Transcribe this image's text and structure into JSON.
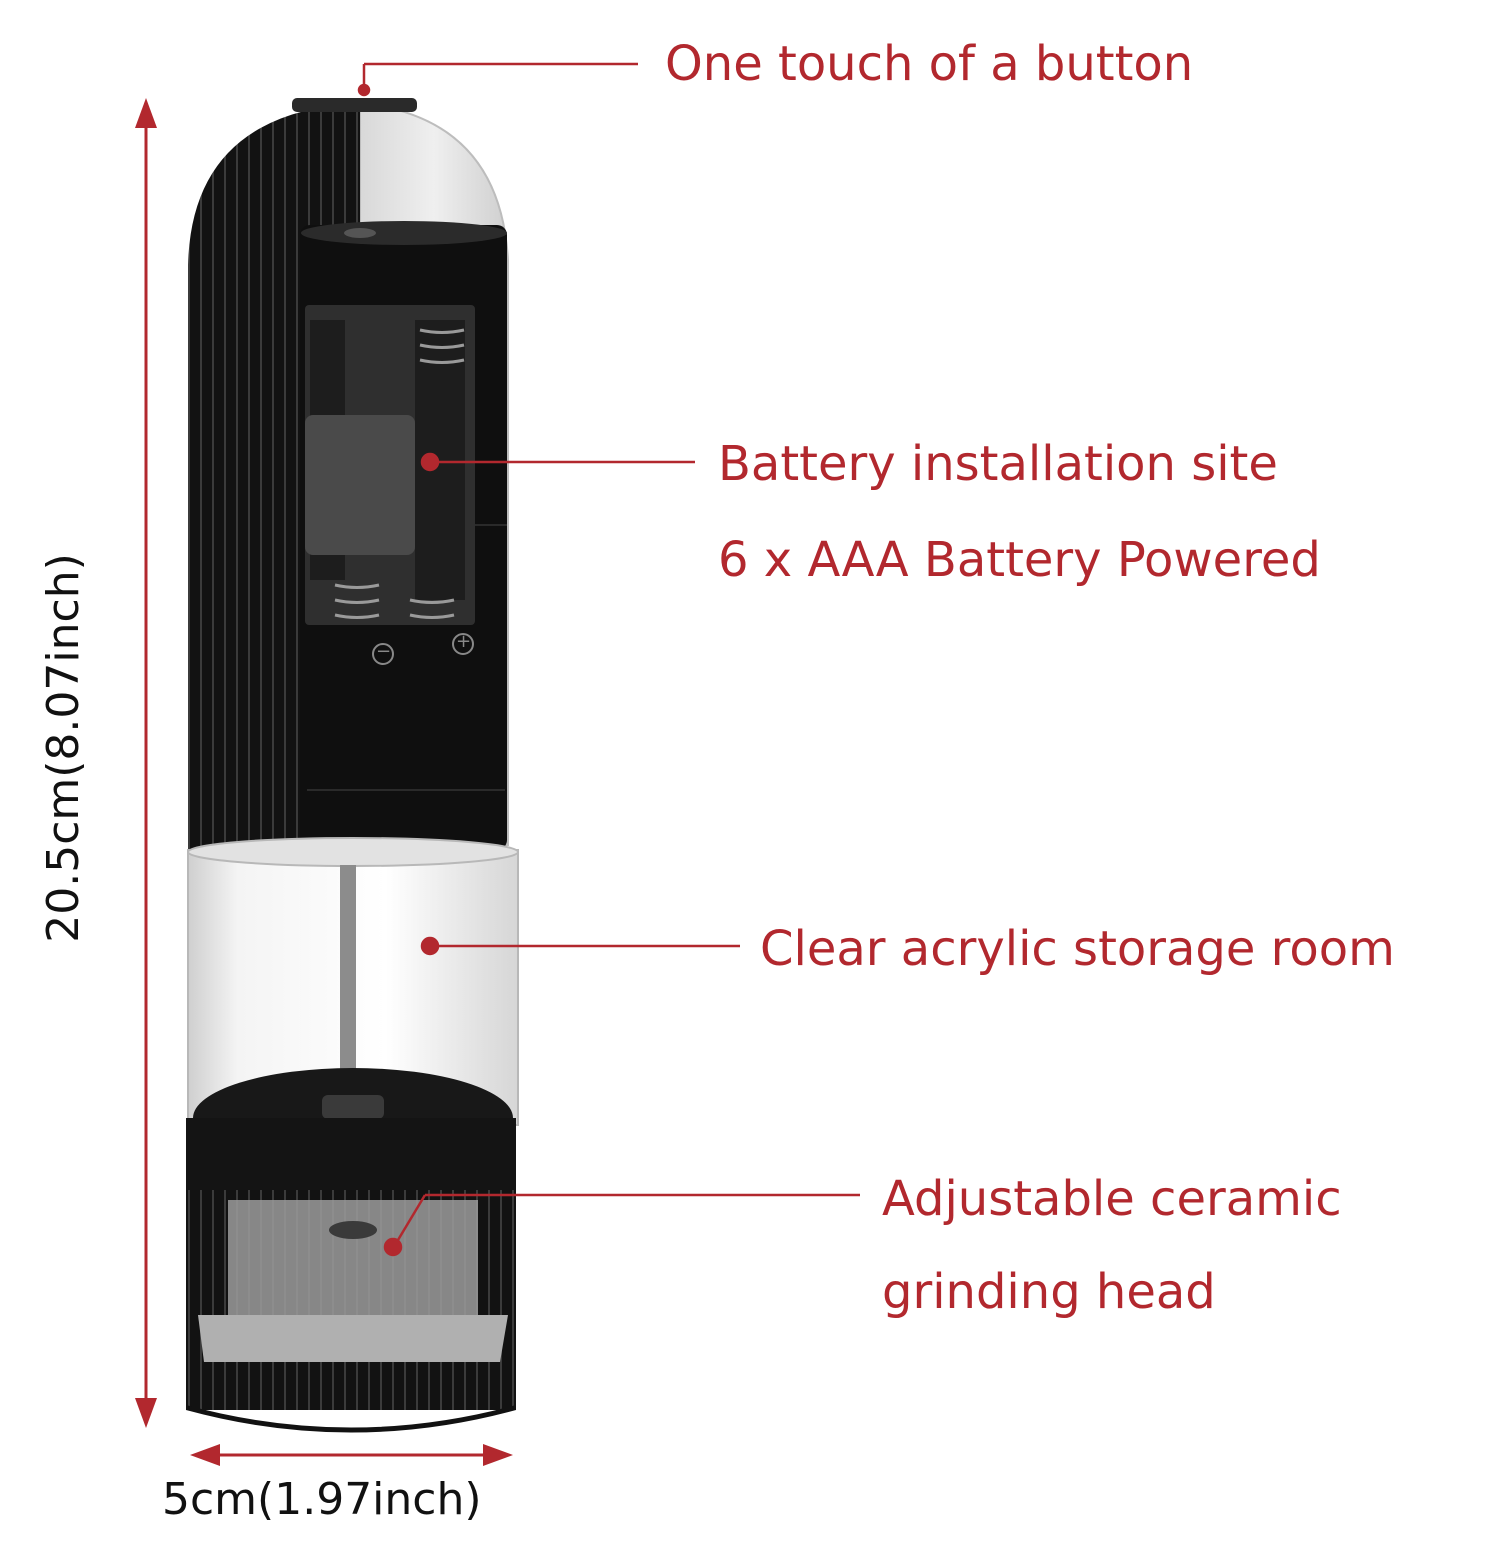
{
  "callouts": {
    "button": "One touch of a button",
    "battery_line1": "Battery installation site",
    "battery_line2": "6 x AAA Battery Powered",
    "storage": "Clear acrylic storage room",
    "head_line1": "Adjustable ceramic",
    "head_line2": "grinding head"
  },
  "dimensions": {
    "height": "20.5cm(8.07inch)",
    "width": "5cm(1.97inch)"
  },
  "battery_marks": {
    "minus": "−",
    "plus": "+"
  },
  "colors": {
    "accent": "#b2282e",
    "body": "#141414",
    "text": "#111111"
  }
}
